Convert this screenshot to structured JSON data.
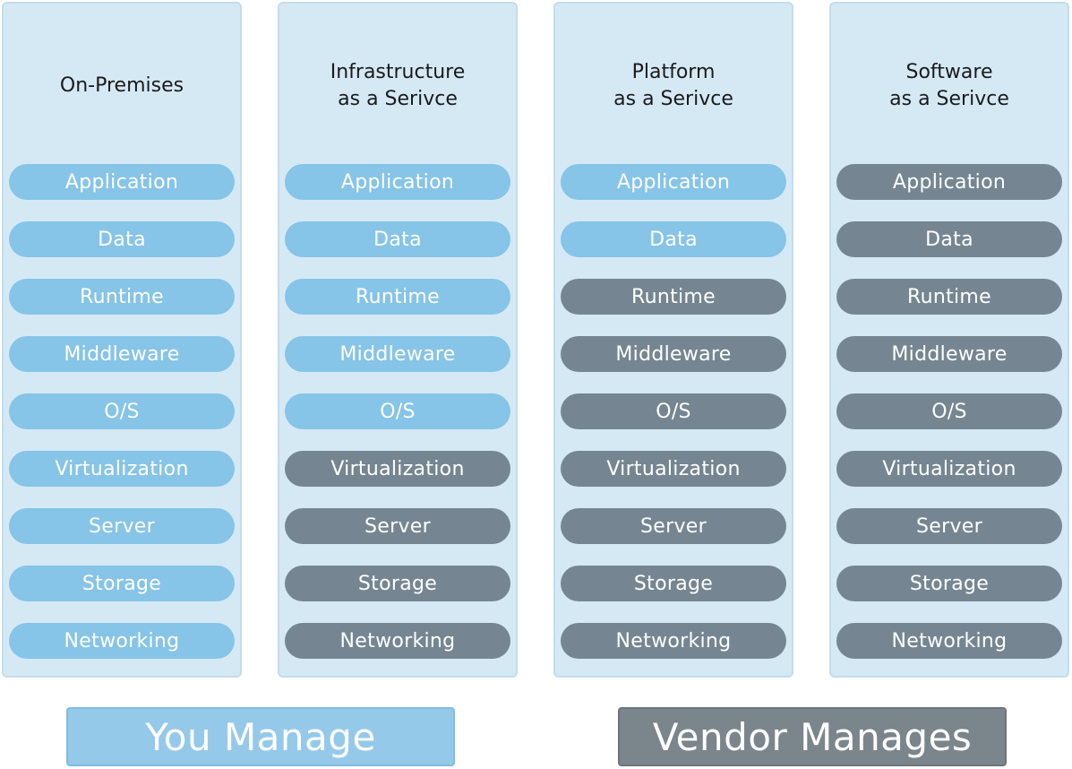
{
  "colors": {
    "you_manage": "#86c4e8",
    "vendor_manages": "#758692",
    "column_bg": "#d5e9f5",
    "legend_you": "#95c9ea",
    "legend_vendor": "#7b858c"
  },
  "columns": [
    {
      "title": [
        "On-Premises"
      ],
      "layers": [
        {
          "label": "Application",
          "managed_by": "you"
        },
        {
          "label": "Data",
          "managed_by": "you"
        },
        {
          "label": "Runtime",
          "managed_by": "you"
        },
        {
          "label": "Middleware",
          "managed_by": "you"
        },
        {
          "label": "O/S",
          "managed_by": "you"
        },
        {
          "label": "Virtualization",
          "managed_by": "you"
        },
        {
          "label": "Server",
          "managed_by": "you"
        },
        {
          "label": "Storage",
          "managed_by": "you"
        },
        {
          "label": "Networking",
          "managed_by": "you"
        }
      ]
    },
    {
      "title": [
        "Infrastructure",
        "as a Serivce"
      ],
      "layers": [
        {
          "label": "Application",
          "managed_by": "you"
        },
        {
          "label": "Data",
          "managed_by": "you"
        },
        {
          "label": "Runtime",
          "managed_by": "you"
        },
        {
          "label": "Middleware",
          "managed_by": "you"
        },
        {
          "label": "O/S",
          "managed_by": "you"
        },
        {
          "label": "Virtualization",
          "managed_by": "vendor"
        },
        {
          "label": "Server",
          "managed_by": "vendor"
        },
        {
          "label": "Storage",
          "managed_by": "vendor"
        },
        {
          "label": "Networking",
          "managed_by": "vendor"
        }
      ]
    },
    {
      "title": [
        "Platform",
        "as a Serivce"
      ],
      "layers": [
        {
          "label": "Application",
          "managed_by": "you"
        },
        {
          "label": "Data",
          "managed_by": "you"
        },
        {
          "label": "Runtime",
          "managed_by": "vendor"
        },
        {
          "label": "Middleware",
          "managed_by": "vendor"
        },
        {
          "label": "O/S",
          "managed_by": "vendor"
        },
        {
          "label": "Virtualization",
          "managed_by": "vendor"
        },
        {
          "label": "Server",
          "managed_by": "vendor"
        },
        {
          "label": "Storage",
          "managed_by": "vendor"
        },
        {
          "label": "Networking",
          "managed_by": "vendor"
        }
      ]
    },
    {
      "title": [
        "Software",
        "as a Serivce"
      ],
      "layers": [
        {
          "label": "Application",
          "managed_by": "vendor"
        },
        {
          "label": "Data",
          "managed_by": "vendor"
        },
        {
          "label": "Runtime",
          "managed_by": "vendor"
        },
        {
          "label": "Middleware",
          "managed_by": "vendor"
        },
        {
          "label": "O/S",
          "managed_by": "vendor"
        },
        {
          "label": "Virtualization",
          "managed_by": "vendor"
        },
        {
          "label": "Server",
          "managed_by": "vendor"
        },
        {
          "label": "Storage",
          "managed_by": "vendor"
        },
        {
          "label": "Networking",
          "managed_by": "vendor"
        }
      ]
    }
  ],
  "legend": {
    "you_label": "You Manage",
    "vendor_label": "Vendor Manages"
  }
}
